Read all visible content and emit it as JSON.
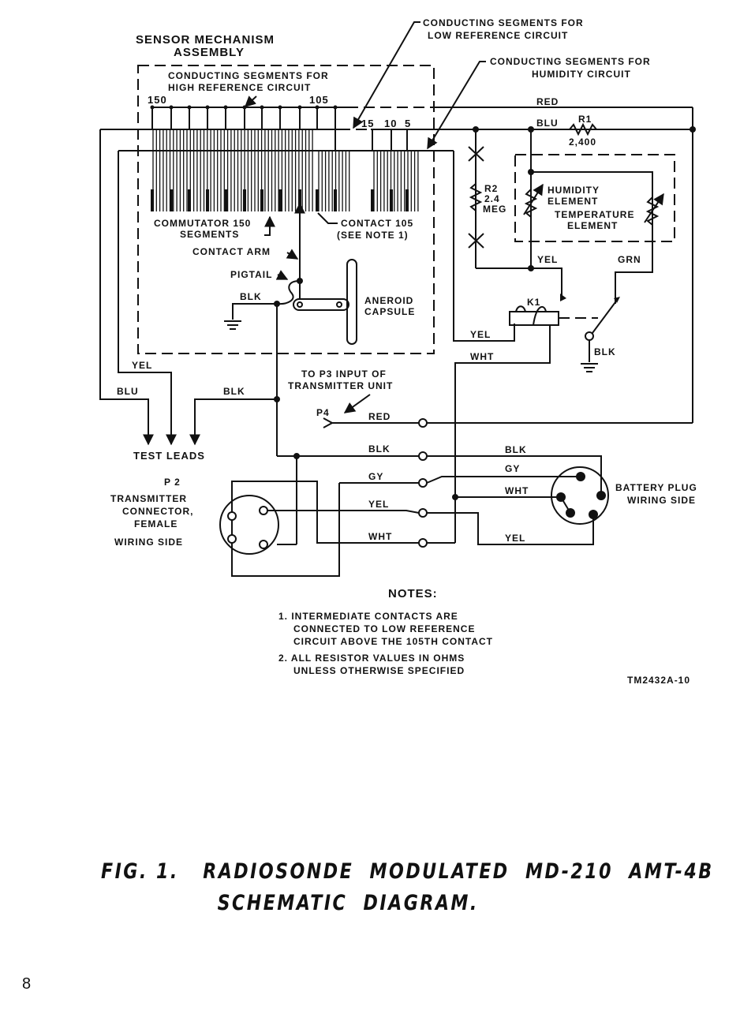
{
  "figure": {
    "title_line1": "FIG. 1.   RADIOSONDE  MODULATED  MD-210  AMT-4B",
    "title_line2": "SCHEMATIC  DIAGRAM.",
    "drawing_id": "TM2432A-10",
    "page_number": "8"
  },
  "sensor": {
    "title_line1": "SENSOR MECHANISM",
    "title_line2": "ASSEMBLY",
    "high_ref_line1": "CONDUCTING  SEGMENTS  FOR",
    "high_ref_line2": "HIGH  REFERENCE  CIRCUIT",
    "seg_150": "150",
    "seg_105": "105",
    "seg_15": "15",
    "seg_10": "10",
    "seg_5": "5",
    "commutator_line1": "COMMUTATOR  150",
    "commutator_line2": "SEGMENTS",
    "contact_line1": "CONTACT 105",
    "contact_line2": "(SEE  NOTE  1)",
    "contact_arm": "CONTACT ARM",
    "pigtail": "PIGTAIL",
    "blk": "BLK",
    "aneroid_line1": "ANEROID",
    "aneroid_line2": "CAPSULE"
  },
  "callouts": {
    "low_ref_line1": "CONDUCTING  SEGMENTS  FOR",
    "low_ref_line2": "LOW  REFERENCE  CIRCUIT",
    "humidity_line1": "CONDUCTING  SEGMENTS  FOR",
    "humidity_line2": "HUMIDITY  CIRCUIT"
  },
  "components": {
    "r1_name": "R1",
    "r1_value": "2,400",
    "r2_name": "R2",
    "r2_value": "2.4",
    "r2_unit": "MEG",
    "humidity_line1": "HUMIDITY",
    "humidity_line2": "ELEMENT",
    "temperature_line1": "TEMPERATURE",
    "temperature_line2": "ELEMENT",
    "relay": "K1"
  },
  "wires": {
    "red_top": "RED",
    "blu_top": "BLU",
    "yel_he": "YEL",
    "grn": "GRN",
    "yel_relay": "YEL",
    "wht_relay": "WHT",
    "blk_ground": "BLK",
    "yel_test": "YEL",
    "blu_test": "BLU",
    "blk_test": "BLK",
    "p4_red": "RED",
    "row_blk": "BLK",
    "row_gy": "GY",
    "row_yel": "YEL",
    "row_wht": "WHT",
    "bat_blk": "BLK",
    "bat_gy": "GY",
    "bat_wht": "WHT",
    "bat_yel": "YEL"
  },
  "connectors": {
    "to_p3_line1": "TO  P3  INPUT  OF",
    "to_p3_line2": "TRANSMITTER  UNIT",
    "p4": "P4",
    "test_leads": "TEST  LEADS",
    "p2_line1": "P 2",
    "p2_line2": "TRANSMITTER",
    "p2_line3": "CONNECTOR,",
    "p2_line4": "FEMALE",
    "p2_line5": "WIRING  SIDE",
    "battery_line1": "BATTERY  PLUG",
    "battery_line2": "WIRING  SIDE"
  },
  "notes": {
    "heading": "NOTES:",
    "n1_line1": "1. INTERMEDIATE  CONTACTS  ARE",
    "n1_line2": "CONNECTED  TO  LOW  REFERENCE",
    "n1_line3": "CIRCUIT  ABOVE  THE  105TH  CONTACT",
    "n2_line1": "2. ALL  RESISTOR  VALUES  IN  OHMS",
    "n2_line2": "UNLESS  OTHERWISE  SPECIFIED"
  }
}
